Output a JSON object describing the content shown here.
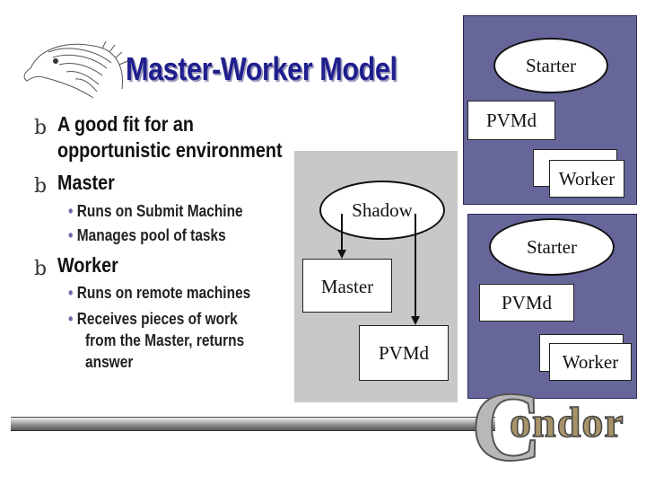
{
  "slide": {
    "title": "Master-Worker Model",
    "bullet_glyph": "b",
    "bullets": [
      {
        "label": "A good fit for an",
        "label2": "opportunistic environment"
      },
      {
        "label": "Master",
        "sub": [
          "Runs on Submit Machine",
          "Manages pool of tasks"
        ]
      },
      {
        "label": "Worker",
        "sub": [
          "Runs on remote machines",
          "Receives pieces of work",
          "from the Master, returns",
          "answer"
        ]
      }
    ],
    "sub_dot": "•"
  },
  "diagram": {
    "shadow": "Shadow",
    "master": "Master",
    "pvmd_submit": "PVMd",
    "top_panel": {
      "starter": "Starter",
      "pvmd": "PVMd",
      "worker": "Worker"
    },
    "bottom_panel": {
      "starter": "Starter",
      "pvmd": "PVMd",
      "worker": "Worker"
    }
  },
  "logo": {
    "c": "C",
    "rest": "ondor"
  },
  "colors": {
    "title": "#1f1f8f",
    "panel": "#66669b",
    "gray_area": "#c8c8c8"
  }
}
